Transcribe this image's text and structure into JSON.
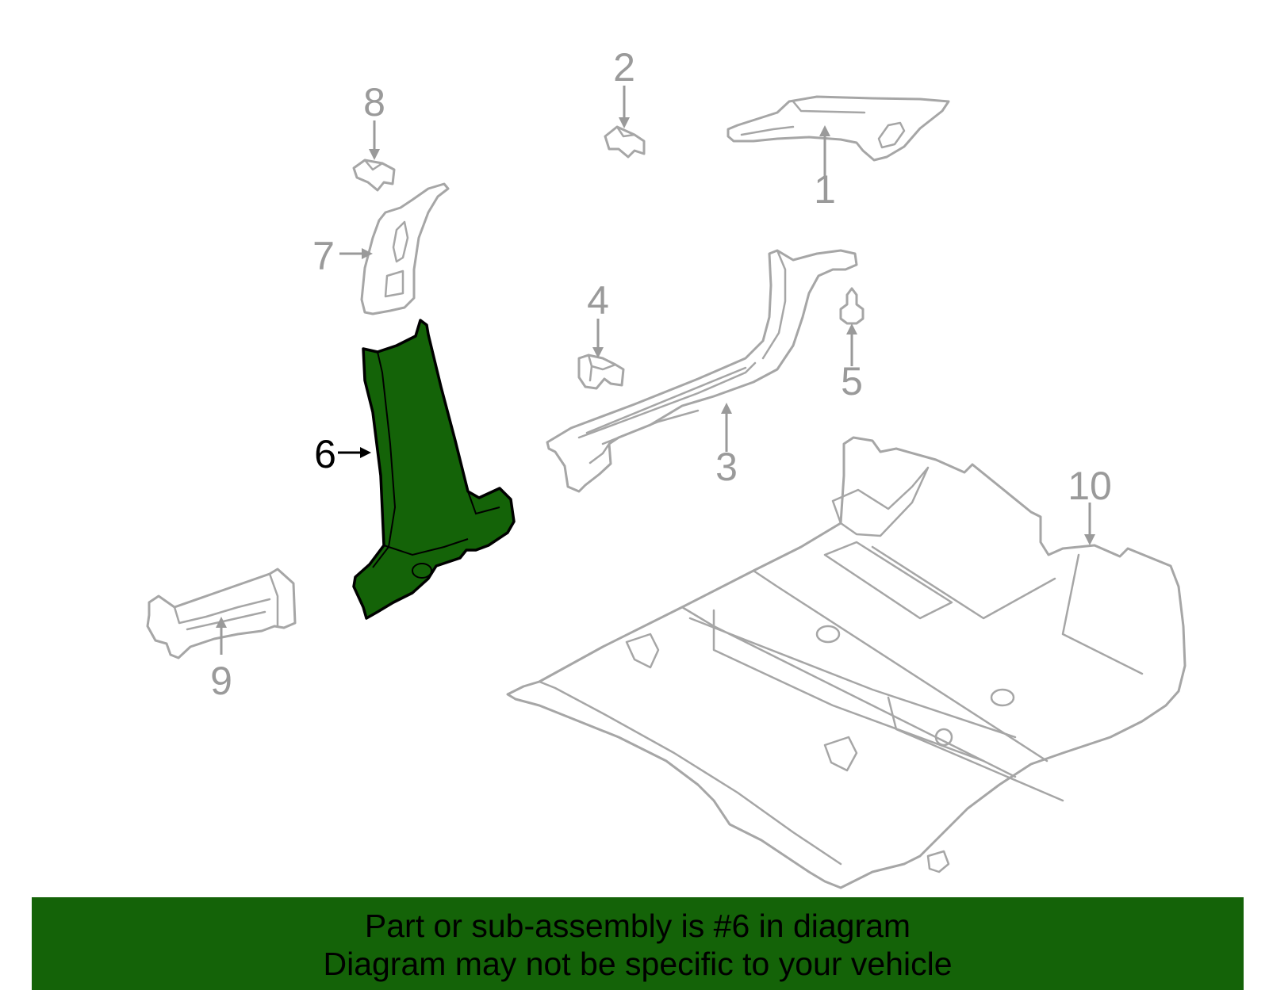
{
  "callouts": {
    "c1": "1",
    "c2": "2",
    "c3": "3",
    "c4": "4",
    "c5": "5",
    "c6": "6",
    "c7": "7",
    "c8": "8",
    "c9": "9",
    "c10": "10"
  },
  "highlight": {
    "part_number": "6",
    "color": "#146308",
    "outline_color": "#000000"
  },
  "colors": {
    "part_outline": "#a6a6a6",
    "banner": "#146308"
  },
  "banner": {
    "line1": "Part or sub-assembly is #6 in diagram",
    "line2": "Diagram may not be specific to your vehicle"
  }
}
